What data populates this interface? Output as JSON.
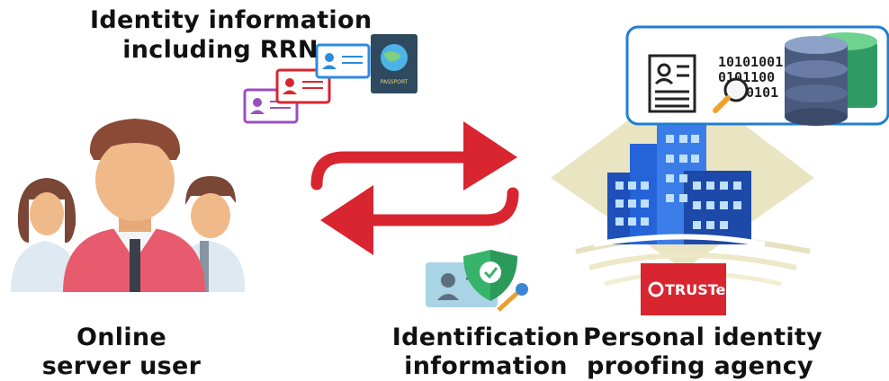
{
  "labels": {
    "identity_info_line1": "Identity information",
    "identity_info_line2": "including RRN",
    "user_line1": "Online",
    "user_line2": "server user",
    "identification_line1": "Identification",
    "identification_line2": "information",
    "agency_line1": "Personal identity",
    "agency_line2": "proofing agency"
  },
  "badge": {
    "text": "TRUSTe"
  },
  "passport": {
    "text": "PASSPORT"
  },
  "binary": {
    "row1": "10101001",
    "row2": "0101100",
    "row3": "10101"
  },
  "colors": {
    "arrow": "#d9252f",
    "highlight_box": "#1f7fd1",
    "badge_bg": "#d9252f",
    "building": "#2563d9",
    "card_blue": "#2b8be0",
    "card_red": "#d9252f",
    "card_purple": "#9b4fc0"
  },
  "icons": [
    "users-icon",
    "id-cards-icon",
    "passport-icon",
    "arrows-icon",
    "id-shield-key-icon",
    "building-icon",
    "truste-badge-icon",
    "document-icon",
    "binary-search-icon",
    "database-icon"
  ]
}
